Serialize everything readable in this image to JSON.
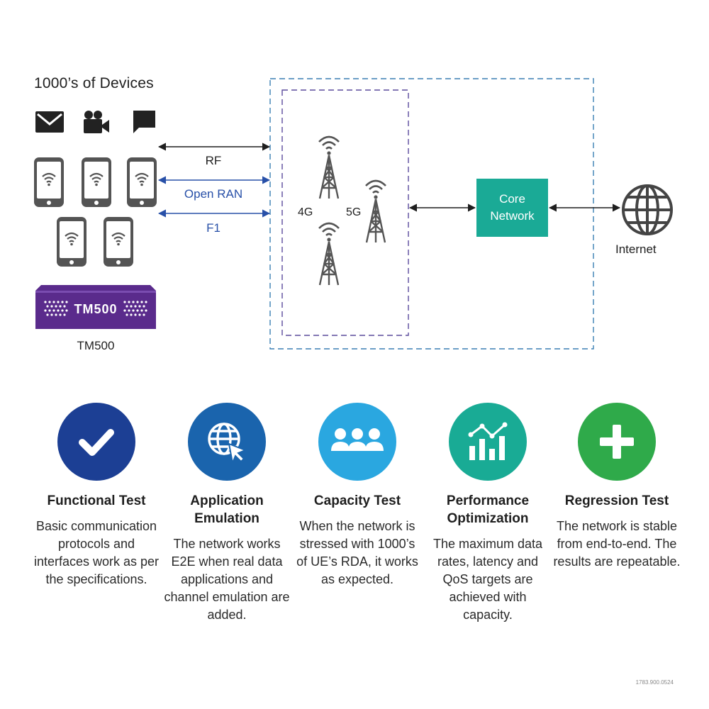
{
  "diagram": {
    "devices_title": "1000’s of Devices",
    "links": {
      "rf": "RF",
      "open_ran": "Open RAN",
      "f1": "F1"
    },
    "gen_4g": "4G",
    "gen_5g": "5G",
    "core_network": "Core Network",
    "internet": "Internet",
    "tm500_badge": "TM500",
    "tm500_caption": "TM500",
    "colors": {
      "core": "#1aaa96",
      "tm500": "#5a2b8c",
      "outer_dash": "#3a7fb4",
      "inner_dash": "#5a4a9c",
      "blue_link": "#2850a8"
    }
  },
  "tests": [
    {
      "title": "Functional Test",
      "description": "Basic communication protocols and interfaces work as per the specifications.",
      "color": "#1c3f94",
      "icon": "checkmark-icon"
    },
    {
      "title": "Application Emulation",
      "description": "The network works E2E when real data applications and channel emulation are added.",
      "color": "#1a64ad",
      "icon": "globe-cursor-icon"
    },
    {
      "title": "Capacity Test",
      "description": "When the network is stressed with 1000’s of UE’s RDA, it works as expected.",
      "color": "#2aa7e0",
      "icon": "users-icon"
    },
    {
      "title": "Performance Optimization",
      "description": "The maximum data rates, latency and QoS targets are achieved with capacity.",
      "color": "#19ab95",
      "icon": "bar-chart-trend-icon"
    },
    {
      "title": "Regression Test",
      "description": "The network is stable from end-to-end. The results are repeatable.",
      "color": "#2faa4a",
      "icon": "plus-icon"
    }
  ],
  "doc_id": "1783.900.0524"
}
